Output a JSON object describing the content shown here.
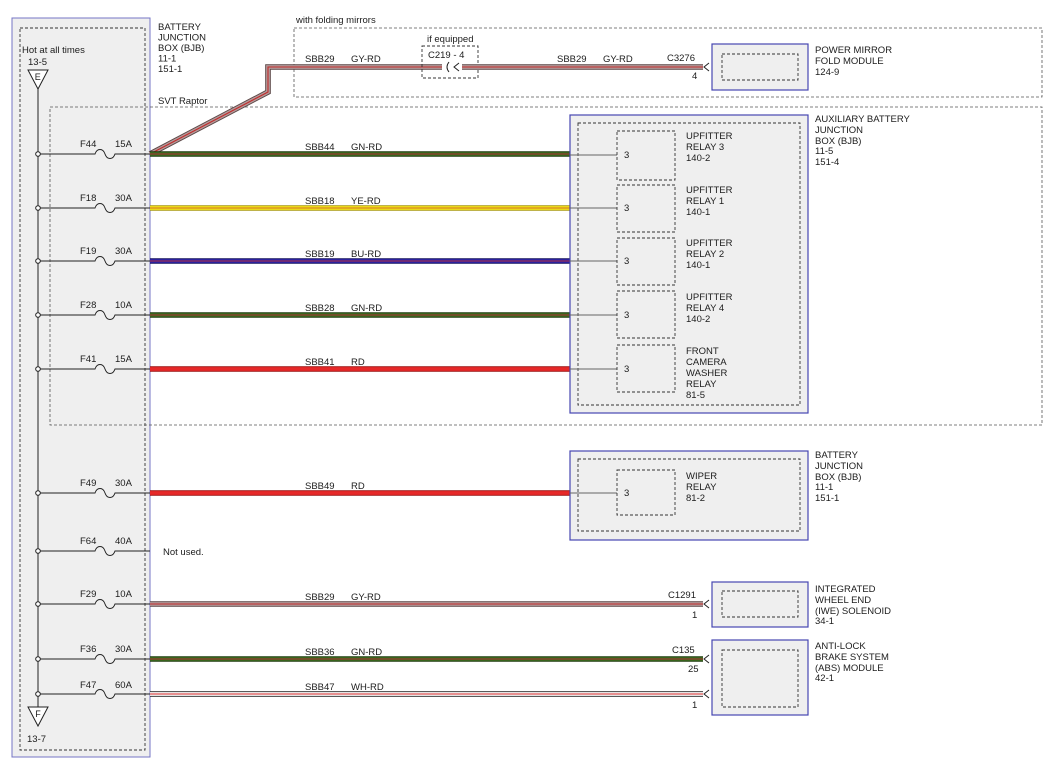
{
  "left_box": {
    "title_lines": [
      "BATTERY",
      "JUNCTION",
      "BOX (BJB)",
      "11-1",
      "151-1"
    ],
    "hot_label": "Hot at all times",
    "top_ref": "13-5",
    "top_connector": "E",
    "bottom_connector": "F",
    "bottom_ref": "13-7"
  },
  "regions": {
    "folding_mirrors": "with folding mirrors",
    "svt_raptor": "SVT Raptor",
    "if_equipped": "if equipped"
  },
  "fuses": [
    {
      "name": "F44",
      "rating": "15A",
      "circuit": "SBB44",
      "wire_color": "GN-RD"
    },
    {
      "name": "F18",
      "rating": "30A",
      "circuit": "SBB18",
      "wire_color": "YE-RD"
    },
    {
      "name": "F19",
      "rating": "30A",
      "circuit": "SBB19",
      "wire_color": "BU-RD"
    },
    {
      "name": "F28",
      "rating": "10A",
      "circuit": "SBB28",
      "wire_color": "GN-RD"
    },
    {
      "name": "F41",
      "rating": "15A",
      "circuit": "SBB41",
      "wire_color": "RD"
    },
    {
      "name": "F49",
      "rating": "30A",
      "circuit": "SBB49",
      "wire_color": "RD"
    },
    {
      "name": "F64",
      "rating": "40A",
      "note": "Not used."
    },
    {
      "name": "F29",
      "rating": "10A",
      "circuit": "SBB29",
      "wire_color": "GY-RD"
    },
    {
      "name": "F36",
      "rating": "30A",
      "circuit": "SBB36",
      "wire_color": "GN-RD"
    },
    {
      "name": "F47",
      "rating": "60A",
      "circuit": "SBB47",
      "wire_color": "WH-RD"
    }
  ],
  "mirror_circuit": {
    "circuit_in": "SBB29",
    "color_in": "GY-RD",
    "inline_connector": "C219 - 4",
    "circuit_out": "SBB29",
    "color_out": "GY-RD",
    "connector": "C3276",
    "pin": "4"
  },
  "power_mirror_module": {
    "lines": [
      "POWER MIRROR",
      "FOLD MODULE",
      "124-9"
    ]
  },
  "aux_bjb": {
    "lines": [
      "AUXILIARY BATTERY",
      "JUNCTION",
      "BOX (BJB)",
      "11-5",
      "151-4"
    ],
    "relays": [
      {
        "lines": [
          "UPFITTER",
          "RELAY 3",
          "140-2"
        ],
        "pin": "3"
      },
      {
        "lines": [
          "UPFITTER",
          "RELAY 1",
          "140-1"
        ],
        "pin": "3"
      },
      {
        "lines": [
          "UPFITTER",
          "RELAY 2",
          "140-1"
        ],
        "pin": "3"
      },
      {
        "lines": [
          "UPFITTER",
          "RELAY 4",
          "140-2"
        ],
        "pin": "3"
      },
      {
        "lines": [
          "FRONT",
          "CAMERA",
          "WASHER",
          "RELAY",
          "81-5"
        ],
        "pin": "3"
      }
    ]
  },
  "battery_junction_box": {
    "lines": [
      "BATTERY",
      "JUNCTION",
      "BOX (BJB)",
      "11-1",
      "151-1"
    ],
    "relay": {
      "lines": [
        "WIPER",
        "RELAY",
        "81-2"
      ],
      "pin": "3"
    }
  },
  "iwe_solenoid": {
    "lines": [
      "INTEGRATED",
      "WHEEL END",
      "(IWE) SOLENOID",
      "34-1"
    ],
    "connector": "C1291",
    "pin": "1"
  },
  "abs_module": {
    "lines": [
      "ANTI-LOCK",
      "BRAKE SYSTEM",
      "(ABS) MODULE",
      "42-1"
    ],
    "connector": "C135",
    "pins": [
      "25",
      "1"
    ]
  },
  "wire_colors": {
    "GN-RD": {
      "outline": "#1f3b0e",
      "base": "#3b6a1f",
      "stripe": "#a83030"
    },
    "YE-RD": {
      "outline": "#a8980e",
      "base": "#f4e41c",
      "stripe": "#d07020"
    },
    "BU-RD": {
      "outline": "#14105e",
      "base": "#2d22a8",
      "stripe": "#b03040"
    },
    "RD": {
      "outline": "#9a1010",
      "base": "#e62828",
      "stripe": "#e62828"
    },
    "GY-RD": {
      "outline": "#5a4646",
      "base": "#b49a9a",
      "stripe": "#c02a2a"
    },
    "WH-RD": {
      "outline": "#222222",
      "base": "#ffffff",
      "stripe": "#d02020"
    }
  }
}
